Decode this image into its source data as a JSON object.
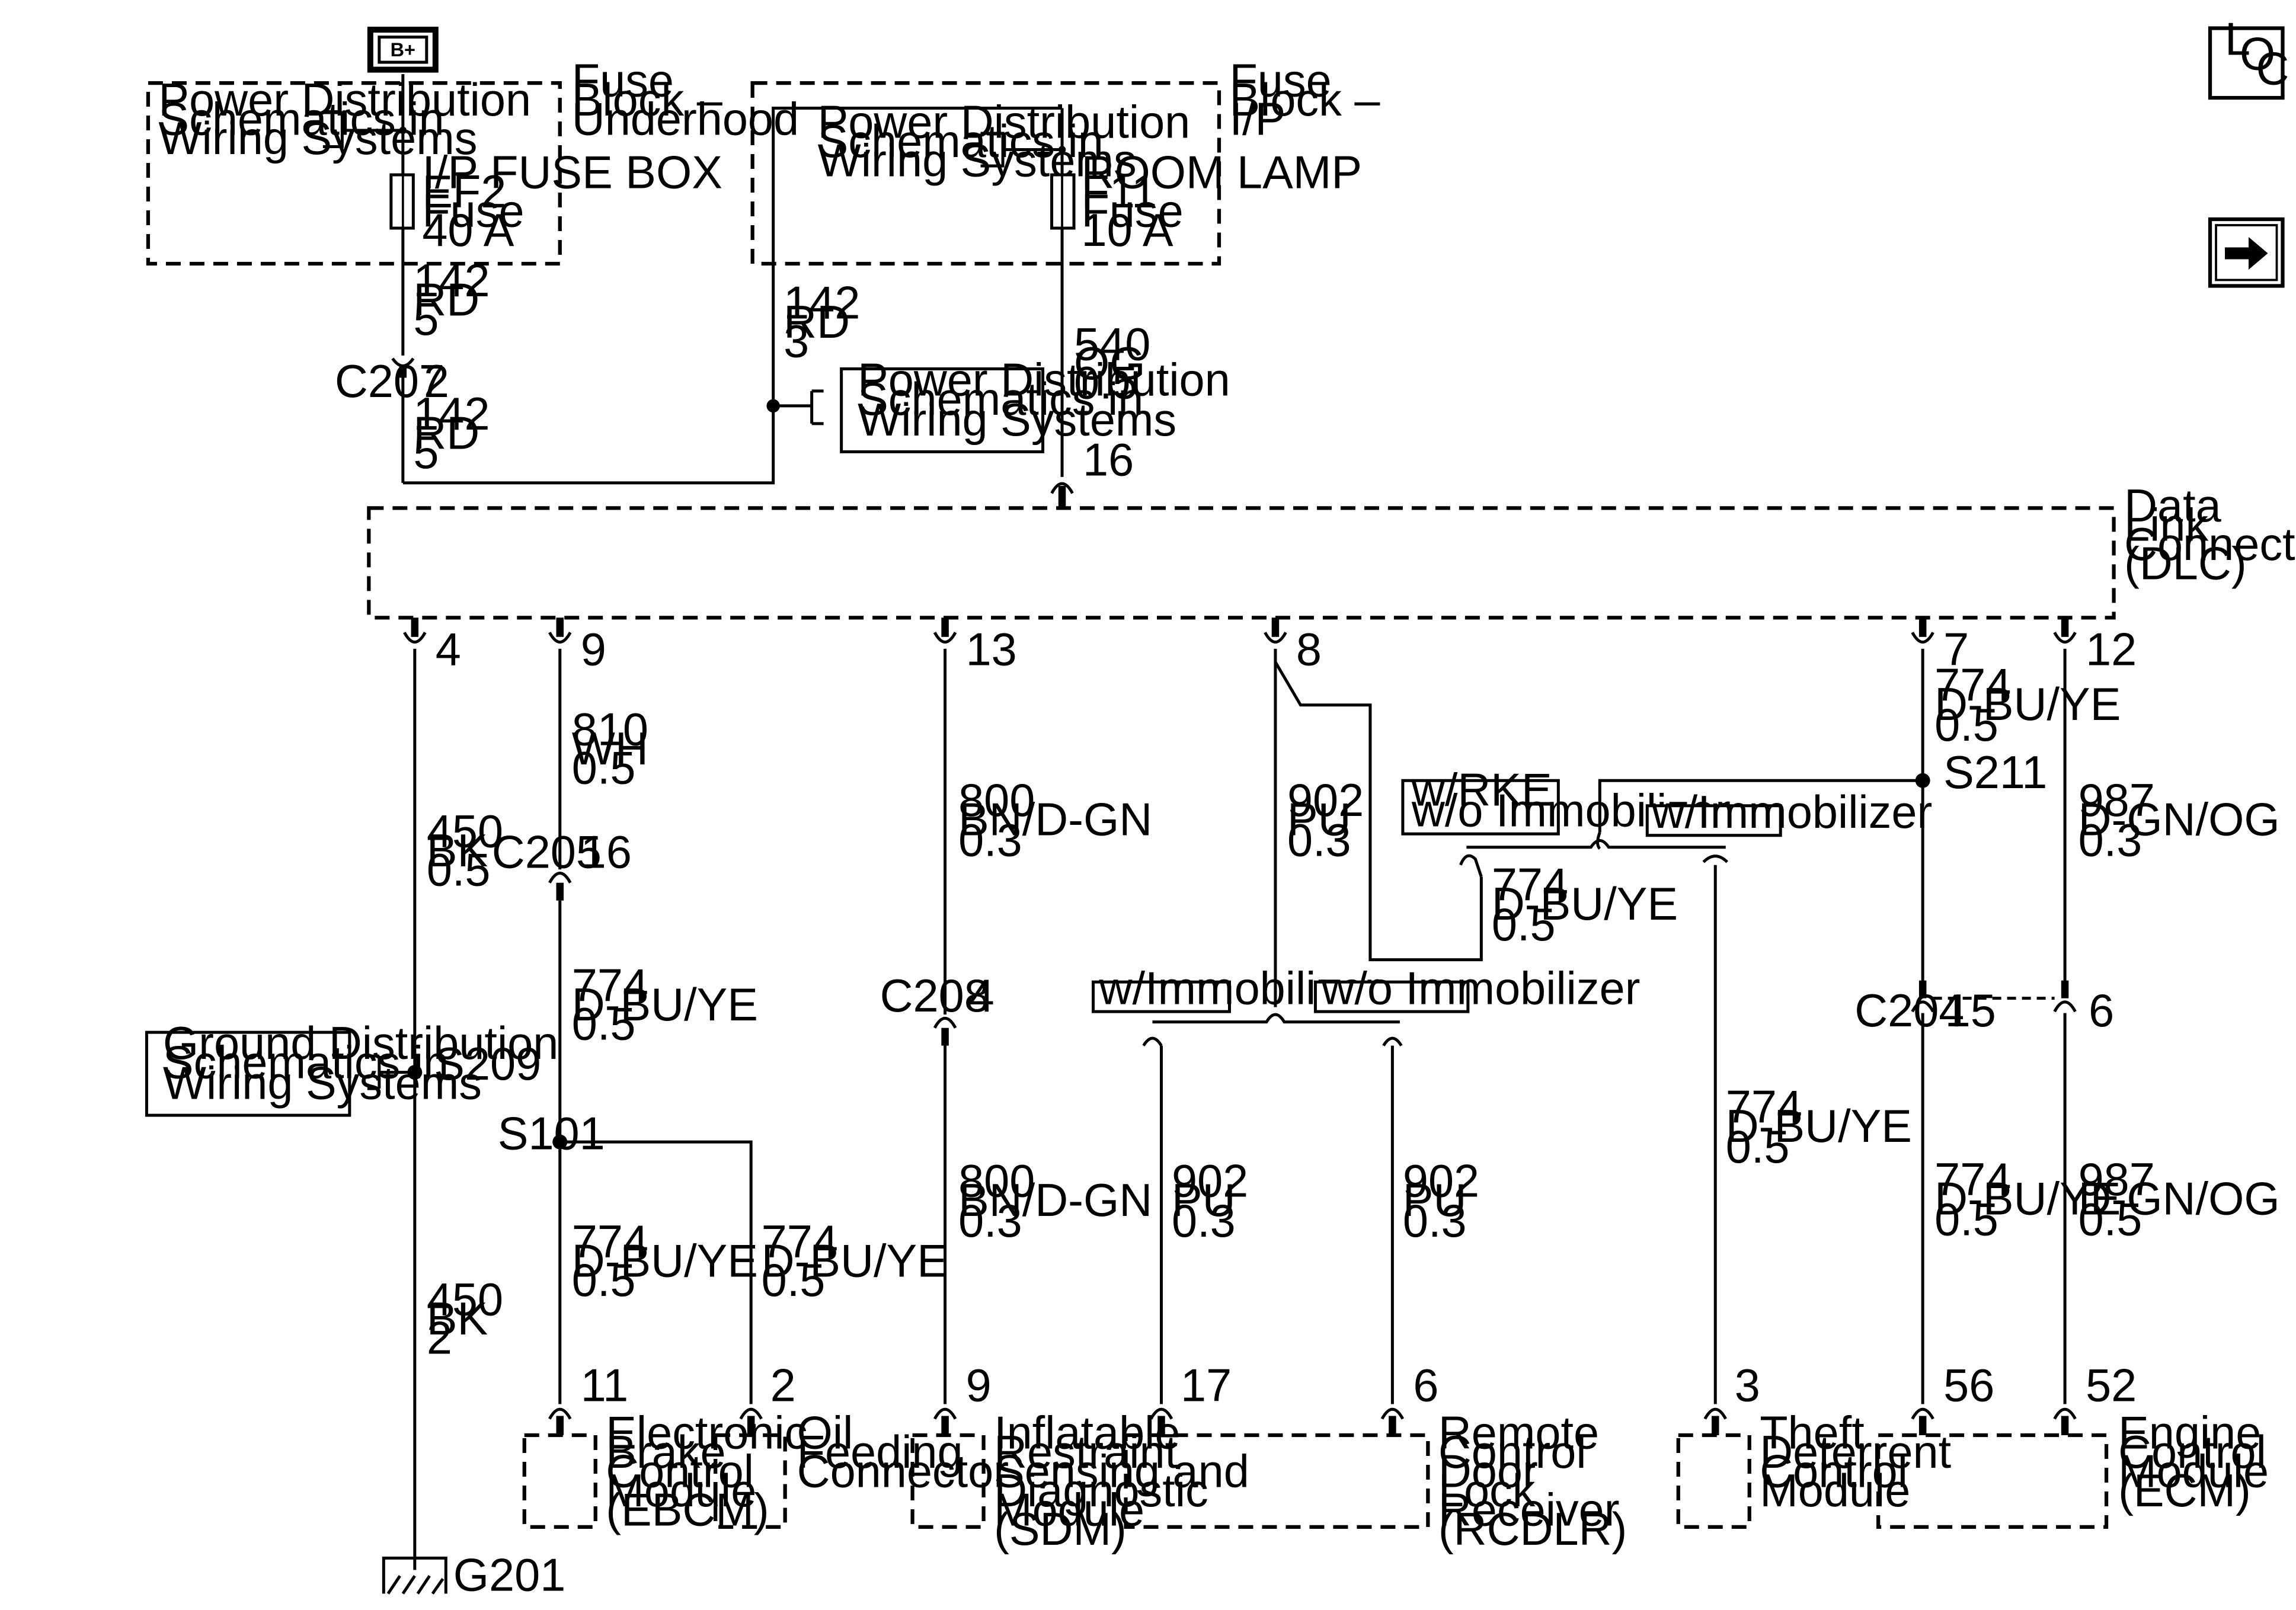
{
  "nav": {
    "b_plus": "B+",
    "loc_l": "L",
    "loc_o": "O",
    "loc_c": "C",
    "arrow_icon": "right-arrow-icon"
  },
  "fuse_block_underhood": {
    "title": [
      "Fuse",
      "Block –",
      "Underhood"
    ],
    "ref": [
      "Power Distribution",
      "Schematics in",
      "Wiring Systems"
    ],
    "fuse": [
      "I/P FUSE BOX",
      "EF2",
      "Fuse",
      "40 A"
    ]
  },
  "fuse_block_ip": {
    "title": [
      "Fuse",
      "Block –",
      "I/P"
    ],
    "ref": [
      "Power Distribution",
      "Schematics in",
      "Wiring Systems"
    ],
    "fuse": [
      "ROOM LAMP",
      "F11",
      "Fuse",
      "10 A"
    ]
  },
  "power_ref_mid": [
    "Power Distribution",
    "Schematics in",
    "Wiring Systems"
  ],
  "ground_ref": [
    "Ground Distribution",
    "Schematics in",
    "Wiring Systems"
  ],
  "wires": {
    "w142a": [
      "142",
      "RD",
      "5"
    ],
    "w142b": [
      "142",
      "RD",
      "5"
    ],
    "w142c": [
      "142",
      "RD",
      "3"
    ],
    "w540": [
      "540",
      "OG",
      "0.5"
    ],
    "w450a": [
      "450",
      "BK",
      "0.5"
    ],
    "w450b": [
      "450",
      "BK",
      "2"
    ],
    "w810": [
      "810",
      "WH",
      "0.5"
    ],
    "w774a": [
      "774",
      "D-BU/YE",
      "0.5"
    ],
    "w774b": [
      "774",
      "D-BU/YE",
      "0.5"
    ],
    "w774c": [
      "774",
      "D-BU/YE",
      "0.5"
    ],
    "w800a": [
      "800",
      "BN/D-GN",
      "0.3"
    ],
    "w800b": [
      "800",
      "BN/D-GN",
      "0.3"
    ],
    "w902a": [
      "902",
      "PU",
      "0.3"
    ],
    "w902b": [
      "902",
      "PU",
      "0.3"
    ],
    "w902c": [
      "902",
      "PU",
      "0.3"
    ],
    "w774d": [
      "774",
      "D-BU/YE",
      "0.5"
    ],
    "w774e": [
      "774",
      "D-BU/YE",
      "0.5"
    ],
    "w774f": [
      "774",
      "D-BU/YE",
      "0.5"
    ],
    "w774g": [
      "774",
      "D-BU/YE",
      "0.5"
    ],
    "w987a": [
      "987",
      "D-GN/OG",
      "0.3"
    ],
    "w987b": [
      "987",
      "D-GN/OG",
      "0.5"
    ]
  },
  "connectors": {
    "c207": "C207",
    "c207_pin": "2",
    "c205": "C205",
    "c205_pin": "16",
    "c208": "C208",
    "c208_pin": "4",
    "c204": "C204",
    "c204_pin15": "15",
    "c204_pin6": "6",
    "dlc_pin16": "16",
    "dlc_pin4": "4",
    "dlc_pin9": "9",
    "dlc_pin13": "13",
    "dlc_pin8": "8",
    "dlc_pin7": "7",
    "dlc_pin12": "12"
  },
  "splices": {
    "s209": "S209",
    "s101": "S101",
    "s211": "S211"
  },
  "ground": "G201",
  "dlc": [
    "Data",
    "Link",
    "Connector",
    "(DLC)"
  ],
  "options": {
    "rke": [
      "w/RKE",
      "w/o Immobilizer"
    ],
    "immob_top": "w/Immobilizer",
    "immob_left": "w/Immobilizer",
    "no_immob": "w/o Immobilizer"
  },
  "modules": {
    "ebcm": {
      "pin": "11",
      "label": [
        "Electronic",
        "Brake",
        "Control",
        "Module",
        "(EBCM)"
      ]
    },
    "oil": {
      "pin": "2",
      "label": [
        "Oil",
        "Feeding",
        "Connector"
      ]
    },
    "sdm": {
      "pin": "9",
      "label": [
        "Inflatable",
        "Restraint",
        "Sensing and",
        "Diagnostic",
        "Module",
        "(SDM)"
      ]
    },
    "rcdlr": {
      "pin17": "17",
      "pin6": "6",
      "label": [
        "Remote",
        "Control",
        "Door",
        "Lock",
        "Receiver",
        "(RCDLR)"
      ]
    },
    "tdcm": {
      "pin": "3",
      "label": [
        "Theft",
        "Deterrent",
        "Control",
        "Module"
      ]
    },
    "ecm": {
      "pin56": "56",
      "pin52": "52",
      "label": [
        "Engine",
        "Control",
        "Module",
        "(ECM)"
      ]
    }
  }
}
